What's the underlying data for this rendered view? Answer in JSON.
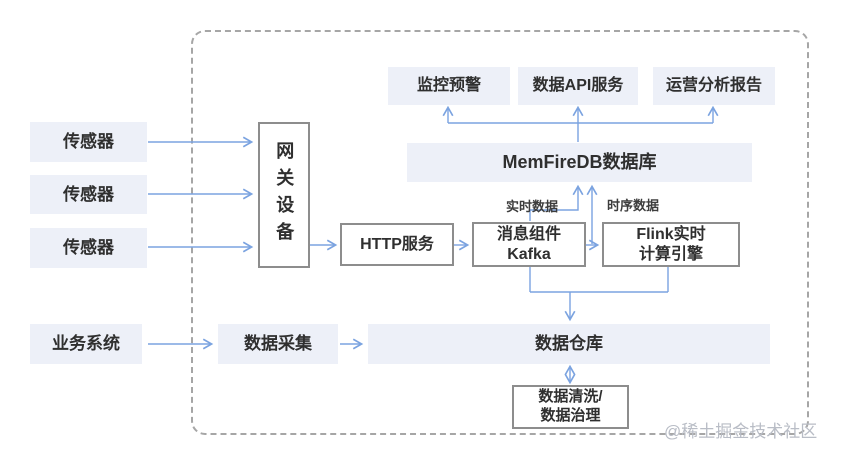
{
  "diagram": {
    "left_column": {
      "sensors": [
        "传感器",
        "传感器",
        "传感器"
      ],
      "business_system": "业务系统"
    },
    "gateway": "网关设备",
    "pipeline": {
      "http_service": "HTTP服务",
      "kafka": {
        "line1": "消息组件",
        "line2": "Kafka"
      },
      "flink": {
        "line1": "Flink实时",
        "line2": "计算引擎"
      }
    },
    "database": "MemFireDB数据库",
    "outputs": {
      "monitor": "监控预警",
      "api_service": "数据API服务",
      "report": "运营分析报告"
    },
    "bottom": {
      "collect": "数据采集",
      "warehouse": "数据仓库",
      "clean": {
        "line1": "数据清洗/",
        "line2": "数据治理"
      }
    },
    "edge_labels": {
      "realtime": "实时数据",
      "timeseries": "时序数据"
    },
    "colors": {
      "node_fill": "#edf0f8",
      "arrow": "#7ba3e0",
      "node_border": "#8d8d8d",
      "dashed_border": "#a6a6a6"
    },
    "watermark": "@稀土掘金技术社区"
  }
}
